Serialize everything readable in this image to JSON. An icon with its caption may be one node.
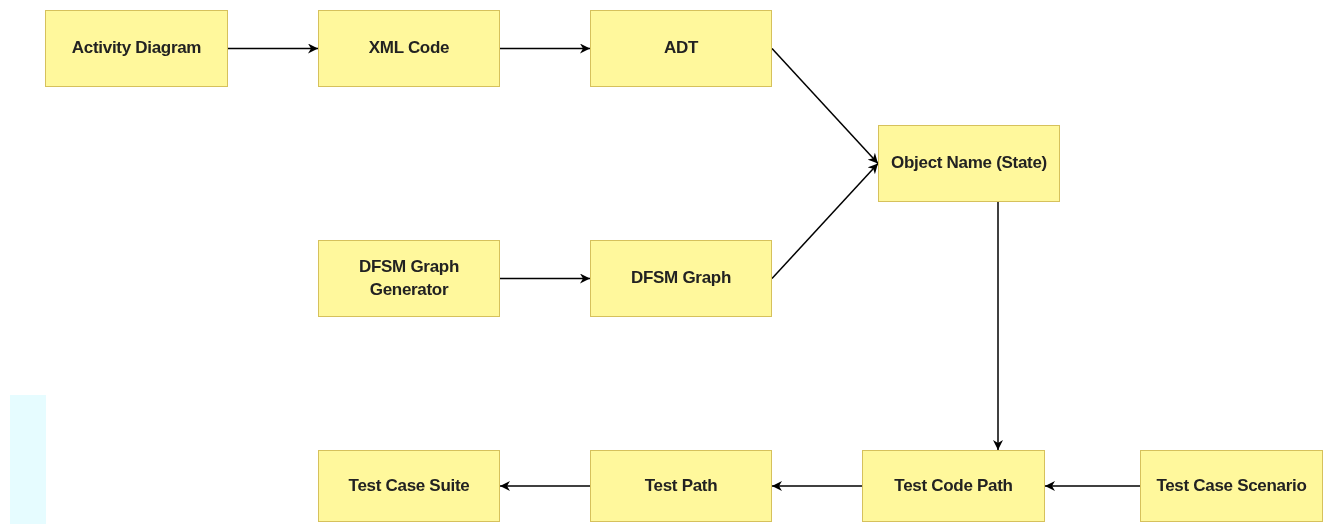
{
  "diagram": {
    "nodes": [
      {
        "text": [
          "Activity Diagram"
        ]
      },
      {
        "text": [
          "XML Code"
        ]
      },
      {
        "text": [
          "ADT"
        ]
      },
      {
        "text": [
          "Object Name (State)"
        ]
      },
      {
        "text": [
          "DFSM Graph Generator"
        ]
      },
      {
        "text": [
          "DFSM Graph"
        ]
      },
      {
        "text": [
          "Test Case Suite"
        ]
      },
      {
        "text": [
          "Test Path"
        ]
      },
      {
        "text": [
          "Test Code Path"
        ]
      },
      {
        "text": [
          "Test Case Scenario"
        ]
      }
    ],
    "edges": [
      {
        "from": 0,
        "to": 1,
        "arrow": "to"
      },
      {
        "from": 1,
        "to": 2,
        "arrow": "to"
      },
      {
        "from": 2,
        "to": 3,
        "arrow": "to"
      },
      {
        "from": 4,
        "to": 5,
        "arrow": "to"
      },
      {
        "from": 5,
        "to": 3,
        "arrow": "to"
      },
      {
        "from": 3,
        "to": 8,
        "arrow": "to"
      },
      {
        "from": 9,
        "to": 8,
        "arrow": "to"
      },
      {
        "from": 8,
        "to": 7,
        "arrow": "to"
      },
      {
        "from": 7,
        "to": 6,
        "arrow": "to"
      }
    ]
  }
}
